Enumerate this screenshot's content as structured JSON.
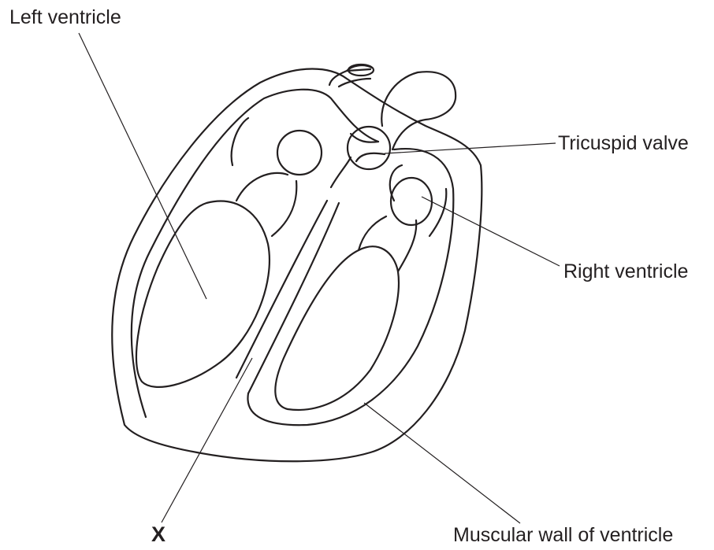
{
  "diagram": {
    "labels": {
      "left_ventricle": "Left ventricle",
      "tricuspid_valve": "Tricuspid valve",
      "right_ventricle": "Right ventricle",
      "muscular_wall": "Muscular wall of ventricle",
      "x_marker": "X"
    },
    "colors": {
      "ink": "#231f20",
      "background": "#ffffff"
    }
  }
}
